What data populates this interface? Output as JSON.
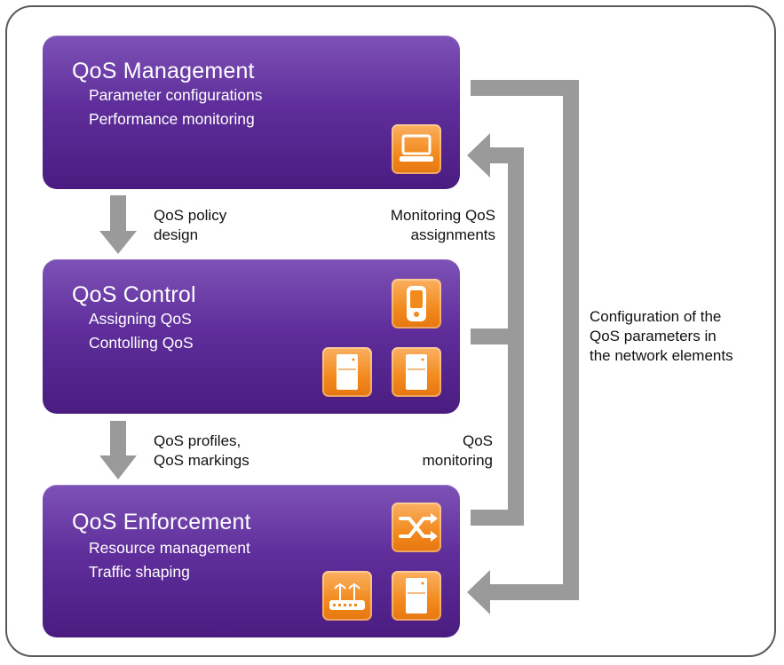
{
  "boxes": {
    "management": {
      "title": "QoS Management",
      "lines": [
        "Parameter configurations",
        "Performance monitoring"
      ],
      "icons": [
        "laptop-icon"
      ]
    },
    "control": {
      "title": "QoS Control",
      "lines": [
        "Assigning QoS",
        "Contolling QoS"
      ],
      "icons": [
        "mobile-phone-icon",
        "server-icon",
        "server-icon"
      ]
    },
    "enforcement": {
      "title": "QoS Enforcement",
      "lines": [
        "Resource management",
        "Traffic shaping"
      ],
      "icons": [
        "switch-icon",
        "router-icon",
        "server-icon"
      ]
    }
  },
  "arrow_labels": {
    "policy_design": [
      "QoS policy",
      "design"
    ],
    "profiles_markings": [
      "QoS profiles,",
      "QoS markings"
    ],
    "monitoring_assignments": [
      "Monitoring QoS",
      "assignments"
    ],
    "qos_monitoring": [
      "QoS",
      "monitoring"
    ],
    "configuration": [
      "Configuration of the",
      "QoS parameters in",
      "the network elements"
    ]
  },
  "colors": {
    "box_purple": "#5f2e9b",
    "tile_orange": "#f28a1d",
    "arrow_gray": "#9a9a9a",
    "frame_border": "#5a5a5a"
  }
}
